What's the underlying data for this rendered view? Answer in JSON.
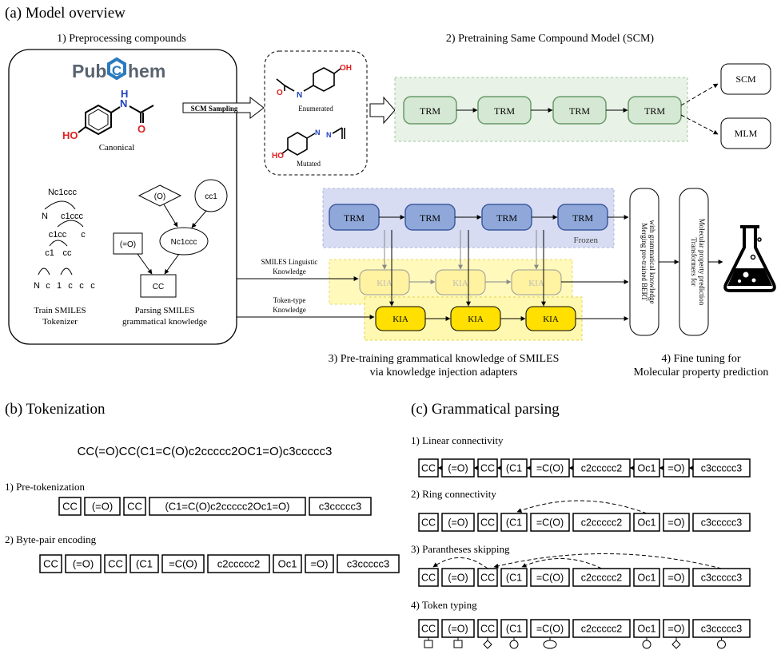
{
  "panel_a": {
    "title": "(a) Model overview",
    "step1": "1) Preprocessing compounds",
    "step2": "2) Pretraining Same Compound Model (SCM)",
    "pubchem_left": "Pub",
    "pubchem_c": "C",
    "pubchem_right": "hem",
    "canonical": "Canonical",
    "enumerated": "Enumerated",
    "mutated": "Mutated",
    "scm_sampling": "SCM Sampling",
    "trm": "TRM",
    "kia": "KIA",
    "out_scm": "SCM",
    "out_mlm": "MLM",
    "frozen": "Frozen",
    "merge_line1": "Merging pre-trained BERT",
    "merge_line2": "with grammatical knowledge",
    "transformer_line1": "Transformers for",
    "transformer_line2": "Molecular property prediction",
    "smiles_ling_1": "SMILES Linguistic",
    "smiles_ling_2": "Knowledge",
    "token_type_1": "Token-type",
    "token_type_2": "Knowledge",
    "tokenizer_caption_1": "Train SMILES",
    "tokenizer_caption_2": "Tokenizer",
    "parsing_caption_1": "Parsing SMILES",
    "parsing_caption_2": "grammatical knowledge",
    "step3_line1": "3) Pre-training grammatical knowledge of SMILES",
    "step3_line2": "via knowledge injection adapters",
    "step4_line1": "4) Fine tuning for",
    "step4_line2": "Molecular property prediction",
    "tree": {
      "root": "Nc1ccc",
      "l1a": "N",
      "l1b": "c1ccc",
      "l2a": "c1cc",
      "l2b": "c",
      "l3a": "c1",
      "l3b": "cc",
      "leaves": [
        "N",
        "c",
        "1",
        "c",
        "c",
        "c"
      ]
    },
    "parse_nodes": {
      "diamond": "(O)",
      "circle": "cc1",
      "square": "(=O)",
      "ellipse": "Nc1ccc",
      "rect": "CC"
    },
    "mol_labels": {
      "ho": "HO",
      "n": "N",
      "h": "H",
      "o": "O",
      "oh": "OH"
    }
  },
  "panel_b": {
    "title": "(b) Tokenization",
    "smiles": "CC(=O)CC(C1=C(O)c2ccccc2OC1=O)c3ccccc3",
    "pre_label": "1) Pre-tokenization",
    "pre_tokens": [
      "CC",
      "(=O)",
      "CC",
      "(C1=C(O)c2ccccc2Oc1=O)",
      "c3ccccc3"
    ],
    "bpe_label": "2) Byte-pair encoding",
    "bpe_tokens": [
      "CC",
      "(=O)",
      "CC",
      "(C1",
      "=C(O)",
      "c2ccccc2",
      "Oc1",
      "=O)",
      "c3ccccc3"
    ]
  },
  "panel_c": {
    "title": "(c) Grammatical parsing",
    "linear_label": "1) Linear connectivity",
    "ring_label": "2) Ring connectivity",
    "paren_label": "3) Parantheses skipping",
    "typing_label": "4) Token typing",
    "tokens": [
      "CC",
      "(=O)",
      "CC",
      "(C1",
      "=C(O)",
      "c2ccccc2",
      "Oc1",
      "=O)",
      "c3ccccc3"
    ],
    "token_types": [
      "square",
      "square",
      "diamond",
      "circle",
      "ellipse",
      "none",
      "circle",
      "diamond",
      "circle"
    ]
  },
  "colors": {
    "trm_green_fill": "#d5e8d4",
    "trm_green_stroke": "#6a9a6a",
    "trm_blue_fill": "#8fa8d9",
    "trm_blue_stroke": "#3f5aa0",
    "frozen_band": "#d7dcf2",
    "kia_fill": "#ffe000",
    "kia_faded": "#fff2a0",
    "kia_band": "#fff8b0",
    "pubchem_blue": "#2b7bbf",
    "oxygen_red": "#e02020",
    "nitrogen_blue": "#2040c0"
  }
}
